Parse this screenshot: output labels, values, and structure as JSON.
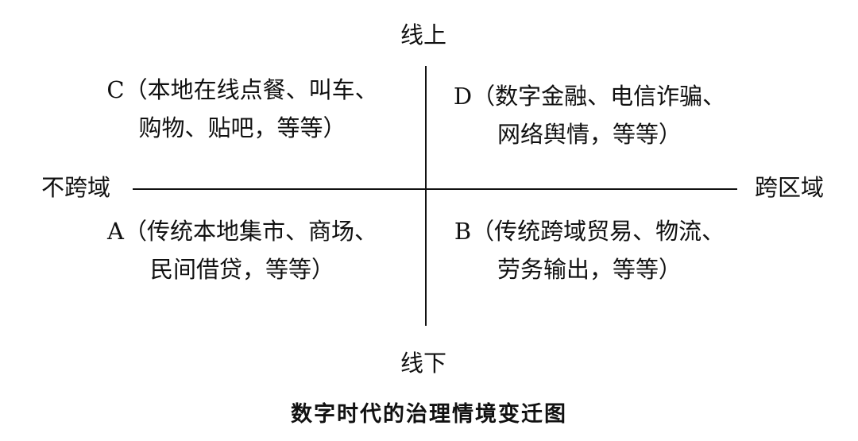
{
  "axes": {
    "top": "线上",
    "bottom": "线下",
    "left": "不跨域",
    "right": "跨区域"
  },
  "quadrants": {
    "c": {
      "line1": "C（本地在线点餐、叫车、",
      "line2": "购物、贴吧，等等）"
    },
    "d": {
      "line1": "D（数字金融、电信诈骗、",
      "line2": "网络舆情，等等）"
    },
    "a": {
      "line1": "A（传统本地集市、商场、",
      "line2": "民间借贷，等等）"
    },
    "b": {
      "line1": "B（传统跨域贸易、物流、",
      "line2": "劳务输出，等等）"
    }
  },
  "caption": "数字时代的治理情境变迁图"
}
